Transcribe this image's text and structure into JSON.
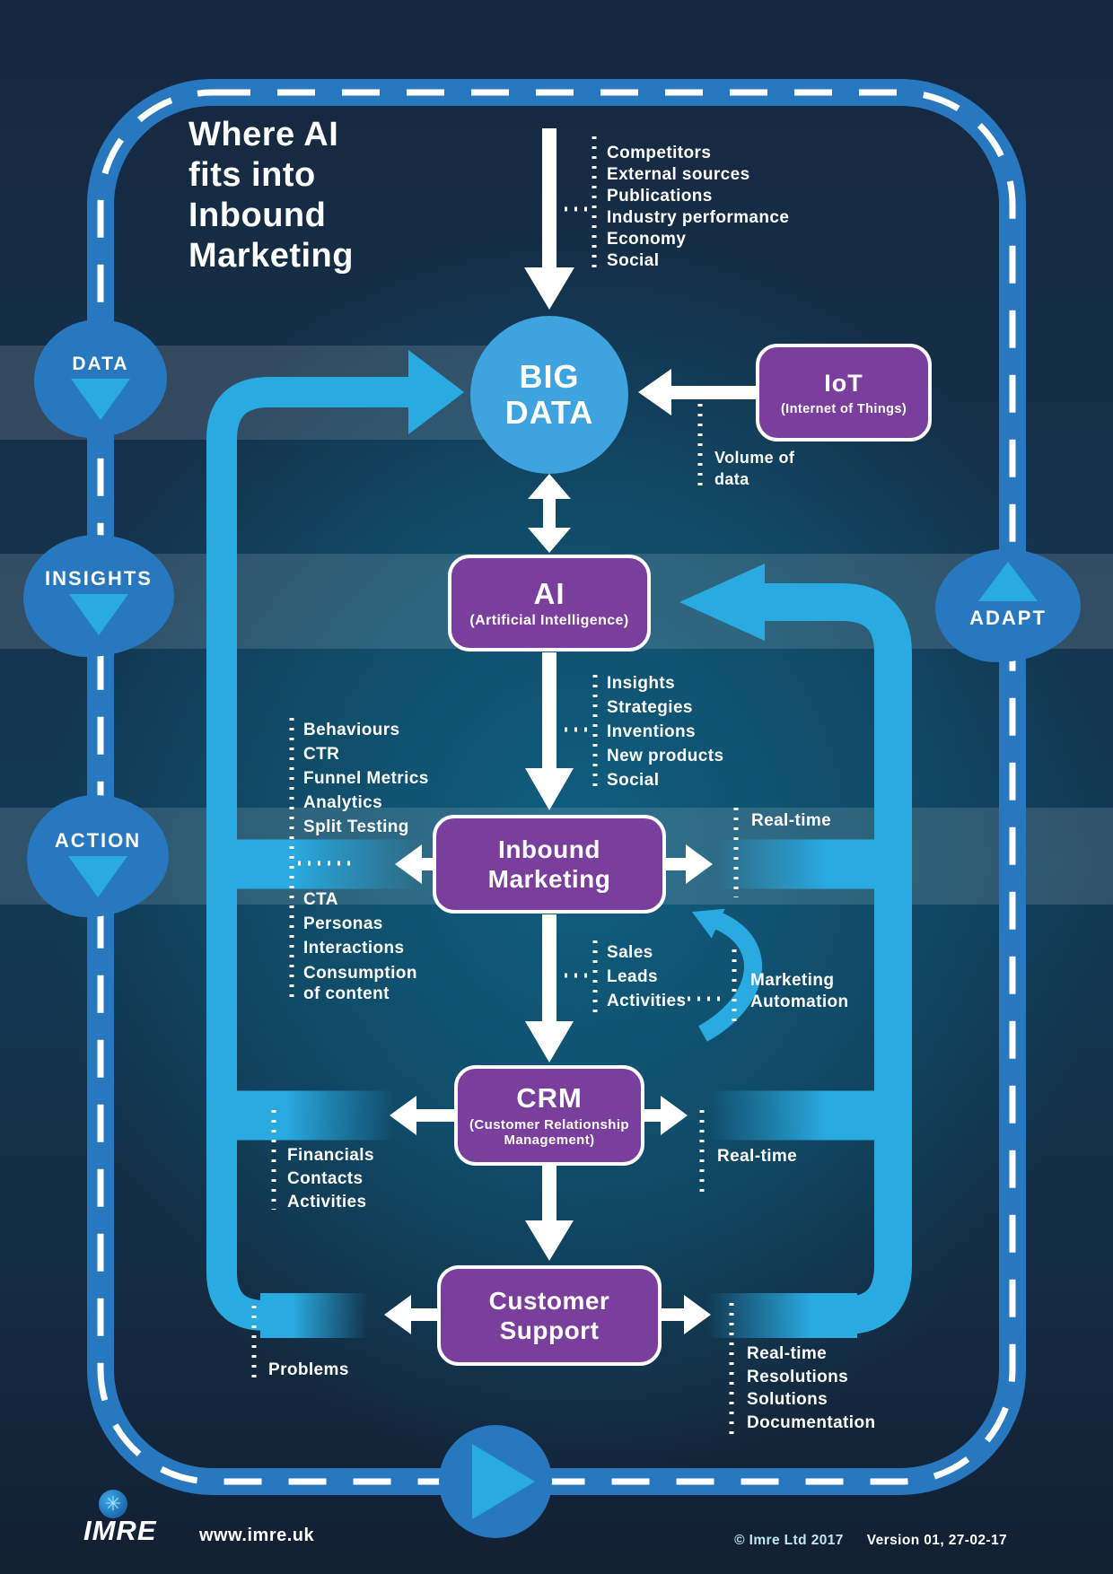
{
  "title": {
    "lines": [
      "Where AI",
      "fits into",
      "Inbound",
      "Marketing"
    ]
  },
  "side_labels": {
    "data": "DATA",
    "insights": "INSIGHTS",
    "action": "ACTION",
    "adapt": "ADAPT"
  },
  "nodes": {
    "big_data": {
      "line1": "BIG",
      "line2": "DATA"
    },
    "iot": {
      "title": "IoT",
      "subtitle": "(Internet of Things)"
    },
    "ai": {
      "title": "AI",
      "subtitle": "(Artificial Intelligence)"
    },
    "inbound": {
      "line1": "Inbound",
      "line2": "Marketing"
    },
    "crm": {
      "title": "CRM",
      "subtitle": "(Customer Relationship Management)"
    },
    "support": {
      "line1": "Customer",
      "line2": "Support"
    }
  },
  "annotations": {
    "sources": [
      "Competitors",
      "External sources",
      "Publications",
      "Industry performance",
      "Economy",
      "Social"
    ],
    "volume": "Volume of data",
    "ai_outputs": [
      "Insights",
      "Strategies",
      "Inventions",
      "New products",
      "Social"
    ],
    "inbound_metrics": [
      "Behaviours",
      "CTR",
      "Funnel Metrics",
      "Analytics",
      "Split Testing"
    ],
    "inbound_content": [
      "CTA",
      "Personas",
      "Interactions",
      "Consumption of content"
    ],
    "inbound_realtime": "Real-time",
    "crm_inputs": [
      "Sales",
      "Leads",
      "Activities"
    ],
    "marketing_automation": "Marketing Automation",
    "crm_left": [
      "Financials",
      "Contacts",
      "Activities"
    ],
    "crm_realtime": "Real-time",
    "support_left": "Problems",
    "support_right": [
      "Real-time",
      "Resolutions",
      "Solutions",
      "Documentation"
    ]
  },
  "footer": {
    "logo": "IMRE",
    "url": "www.imre.uk",
    "copyright": "© Imre Ltd 2017",
    "version": "Version 01, 27-02-17"
  },
  "colors": {
    "background": "#14243a",
    "glow": "#0f5a7a",
    "border_blue": "#2878c0",
    "bright_blue": "#29abe2",
    "circle_blue": "#3ea3de",
    "purple": "#7a3e9d",
    "white": "#ffffff"
  }
}
